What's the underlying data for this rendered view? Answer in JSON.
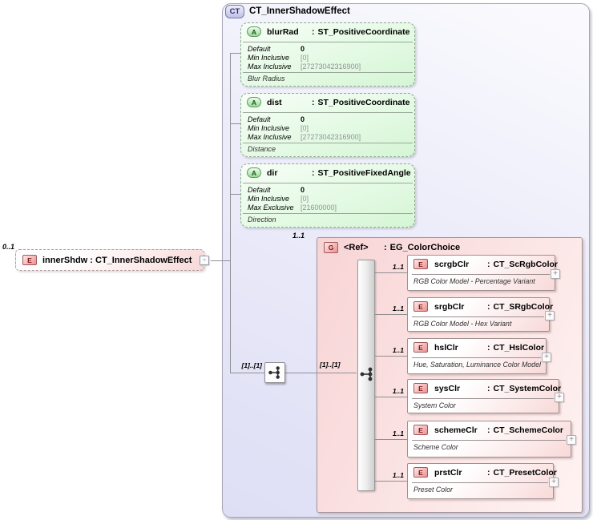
{
  "ui": {
    "type_separator": ":",
    "expand_glyph": "+",
    "collapse_glyph": "-"
  },
  "complex_type": {
    "badge": "CT",
    "title": "CT_InnerShadowEffect"
  },
  "root_element": {
    "badge": "E",
    "cardinality": "0..1",
    "label": "innerShdw : CT_InnerShadowEffect"
  },
  "sequence_indicator": {
    "cardinality": "[1]..[1]"
  },
  "attributes": [
    {
      "badge": "A",
      "name": "blurRad",
      "type": "ST_PositiveCoordinate",
      "facets": [
        {
          "label": "Default",
          "value": "0"
        },
        {
          "label": "Min Inclusive",
          "value": "[0]"
        },
        {
          "label": "Max Inclusive",
          "value": "[27273042316900]"
        }
      ],
      "annotation": "Blur Radius"
    },
    {
      "badge": "A",
      "name": "dist",
      "type": "ST_PositiveCoordinate",
      "facets": [
        {
          "label": "Default",
          "value": "0"
        },
        {
          "label": "Min Inclusive",
          "value": "[0]"
        },
        {
          "label": "Max Inclusive",
          "value": "[27273042316900]"
        }
      ],
      "annotation": "Distance"
    },
    {
      "badge": "A",
      "name": "dir",
      "type": "ST_PositiveFixedAngle",
      "facets": [
        {
          "label": "Default",
          "value": "0"
        },
        {
          "label": "Min Inclusive",
          "value": "[0]"
        },
        {
          "label": "Max Exclusive",
          "value": "[21600000]"
        }
      ],
      "annotation": "Direction"
    }
  ],
  "group": {
    "badge": "G",
    "cardinality": "1..1",
    "name": "<Ref>",
    "type": "EG_ColorChoice",
    "compositor_cardinality": "[1]..[1]",
    "elements": [
      {
        "badge": "E",
        "cardinality": "1..1",
        "name": "scrgbClr",
        "type": "CT_ScRgbColor",
        "annotation": "RGB Color Model - Percentage Variant"
      },
      {
        "badge": "E",
        "cardinality": "1..1",
        "name": "srgbClr",
        "type": "CT_SRgbColor",
        "annotation": "RGB Color Model - Hex Variant"
      },
      {
        "badge": "E",
        "cardinality": "1..1",
        "name": "hslClr",
        "type": "CT_HslColor",
        "annotation": "Hue, Saturation, Luminance Color Model"
      },
      {
        "badge": "E",
        "cardinality": "1..1",
        "name": "sysClr",
        "type": "CT_SystemColor",
        "annotation": "System Color"
      },
      {
        "badge": "E",
        "cardinality": "1..1",
        "name": "schemeClr",
        "type": "CT_SchemeColor",
        "annotation": "Scheme Color"
      },
      {
        "badge": "E",
        "cardinality": "1..1",
        "name": "prstClr",
        "type": "CT_PresetColor",
        "annotation": "Preset Color"
      }
    ]
  },
  "colors": {
    "container_fill": "#DEDEF5",
    "container_border": "#A6A6B8",
    "attribute_fill": "#DFF8DF",
    "group_fill": "#F8D4D6",
    "element_fill": "#F8D9D9",
    "badge_green": "#90E090",
    "badge_pink": "#EE9090",
    "badge_lavender": "#BFBFE9",
    "connector_line": "#8F8F94"
  }
}
